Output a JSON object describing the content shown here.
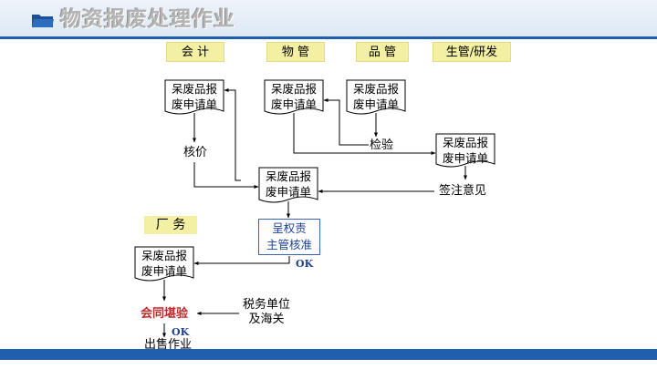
{
  "title": "物资报废处理作业",
  "departments": [
    "会 计",
    "物 管",
    "品 管",
    "生管/研发"
  ],
  "factory_section": "厂 务",
  "document": {
    "line1": "呆废品报",
    "line2": "废申请单"
  },
  "steps": {
    "pricing": "核价",
    "inspection": "检验",
    "sign_opinion": "签注意见",
    "approval_line1": "呈权责",
    "approval_line2": "主管核准",
    "ok": "OK",
    "joint_inspection": "会同堪验",
    "tax_unit_line1": "税务单位",
    "tax_unit_line2": "及海关",
    "sale": "出售作业"
  },
  "colors": {
    "accent": "#1f5fae",
    "label_bg": "#f4f0a3",
    "highlight": "#c0282b"
  }
}
